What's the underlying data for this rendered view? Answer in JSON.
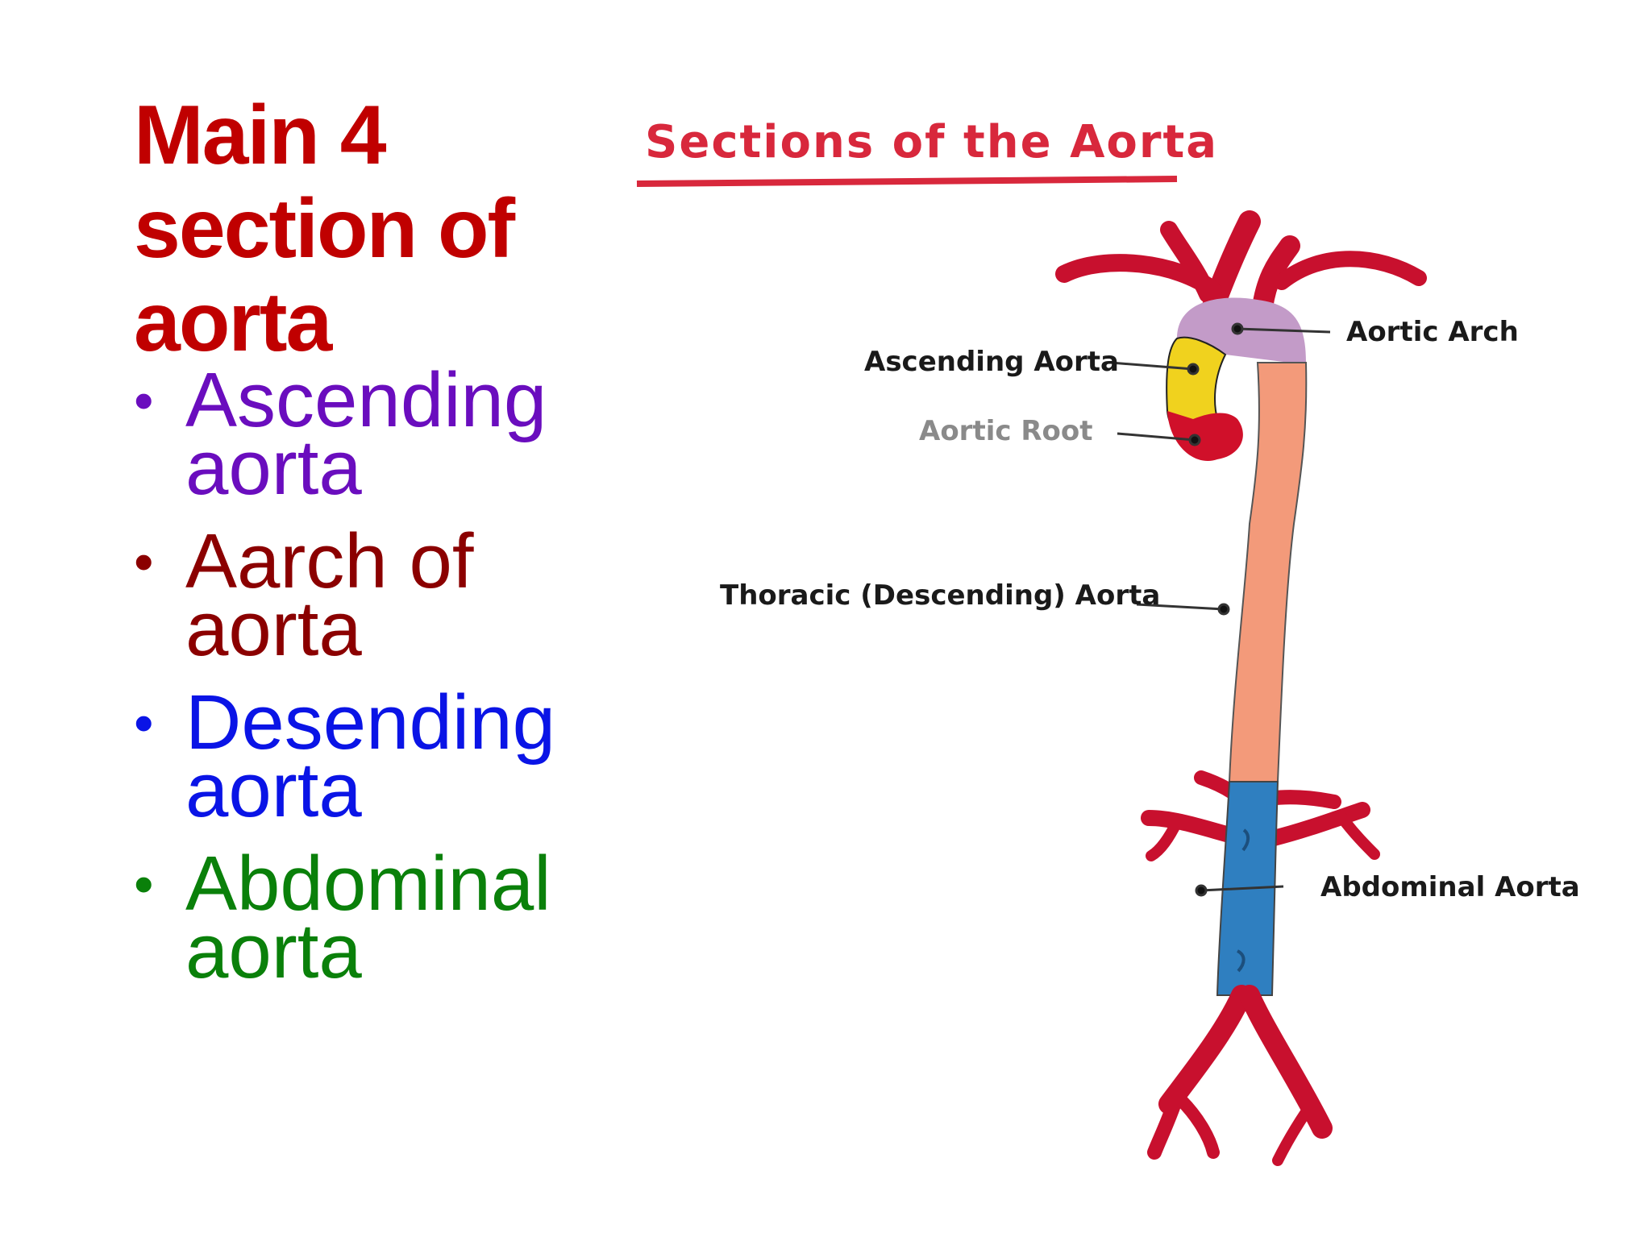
{
  "slide": {
    "heading_lines": [
      "Main 4",
      "section of",
      "aorta"
    ],
    "bullet_glyph": "•",
    "items": [
      {
        "lines": [
          "Ascending",
          "aorta"
        ],
        "color": "#6a0dbe"
      },
      {
        "lines": [
          "Aarch of",
          "aorta"
        ],
        "color": "#8b0000"
      },
      {
        "lines": [
          "Desending",
          "aorta"
        ],
        "color": "#0a14e6"
      },
      {
        "lines": [
          "Abdominal",
          "aorta"
        ],
        "color": "#0a800a"
      }
    ],
    "heading_color": "#c00000"
  },
  "diagram": {
    "title": "Sections of the Aorta",
    "labels": {
      "aortic_arch": "Aortic Arch",
      "ascending_aorta": "Ascending Aorta",
      "aortic_root": "Aortic Root",
      "thoracic_aorta": "Thoracic (Descending) Aorta",
      "abdominal_aorta": "Abdominal Aorta"
    },
    "colors": {
      "vessel_red": "#c8102e",
      "arch": "#c39bc8",
      "ascending": "#f0d21e",
      "root": "#d0102a",
      "thoracic": "#f39a7a",
      "abdominal": "#2f7fc0",
      "title": "#d8283c"
    }
  }
}
